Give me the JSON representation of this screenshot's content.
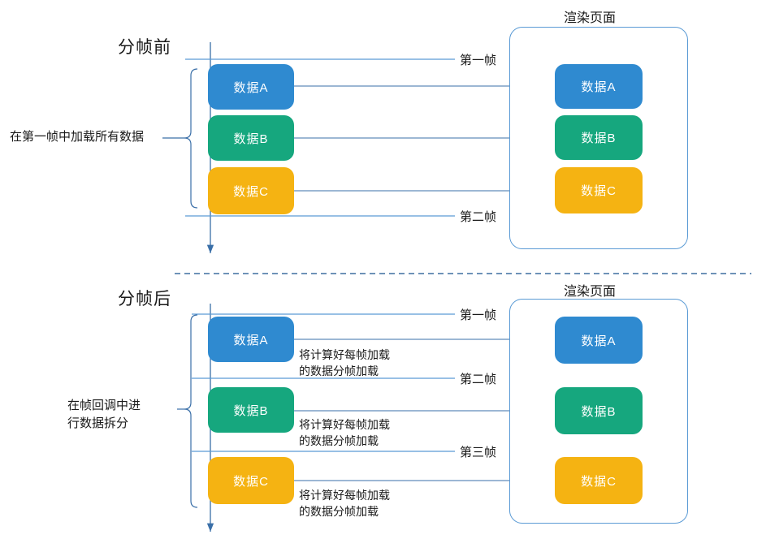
{
  "diagram": {
    "title_before": "分帧前",
    "title_after": "分帧后",
    "render_page_label": "渲染页面",
    "colors": {
      "blue": "#2f8ad0",
      "green": "#16a77e",
      "amber": "#f5b312",
      "line": "#5b9bd5",
      "arrow": "#3a6fa8",
      "divider": "#3f6fa0"
    }
  },
  "before": {
    "section_title": "分帧前",
    "side_note": "在第一帧中加载所有数据",
    "source_boxes": [
      {
        "label": "数据A",
        "color": "blue"
      },
      {
        "label": "数据B",
        "color": "green"
      },
      {
        "label": "数据C",
        "color": "amber"
      }
    ],
    "frame_labels": [
      {
        "text": "第一帧"
      },
      {
        "text": "第二帧"
      }
    ],
    "render_page": {
      "title": "渲染页面",
      "boxes": [
        {
          "label": "数据A",
          "color": "blue"
        },
        {
          "label": "数据B",
          "color": "green"
        },
        {
          "label": "数据C",
          "color": "amber"
        }
      ]
    }
  },
  "after": {
    "section_title": "分帧后",
    "side_note": "在帧回调中进\n行数据拆分",
    "source_boxes": [
      {
        "label": "数据A",
        "color": "blue"
      },
      {
        "label": "数据B",
        "color": "green"
      },
      {
        "label": "数据C",
        "color": "amber"
      }
    ],
    "inline_notes": [
      "将计算好每帧加载\n的数据分帧加载",
      "将计算好每帧加载\n的数据分帧加载",
      "将计算好每帧加载\n的数据分帧加载"
    ],
    "frame_labels": [
      {
        "text": "第一帧"
      },
      {
        "text": "第二帧"
      },
      {
        "text": "第三帧"
      }
    ],
    "render_page": {
      "title": "渲染页面",
      "boxes": [
        {
          "label": "数据A",
          "color": "blue"
        },
        {
          "label": "数据B",
          "color": "green"
        },
        {
          "label": "数据C",
          "color": "amber"
        }
      ]
    }
  }
}
